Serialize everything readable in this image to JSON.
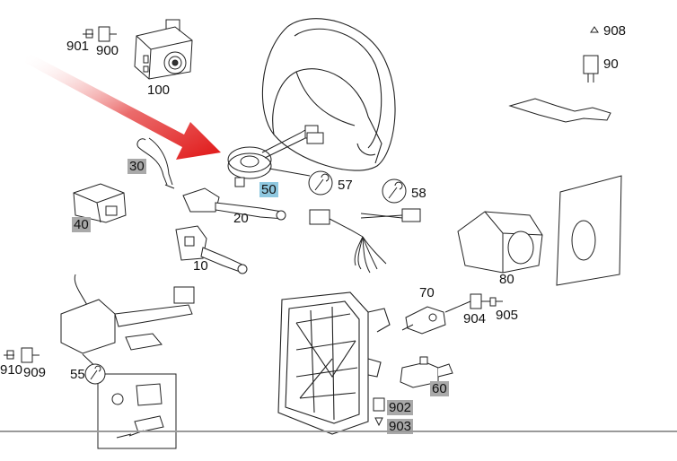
{
  "parts": [
    {
      "id": "p100",
      "number": "100",
      "style": "plain"
    },
    {
      "id": "p901",
      "number": "901",
      "style": "plain"
    },
    {
      "id": "p900",
      "number": "900",
      "style": "plain"
    },
    {
      "id": "p908",
      "number": "908",
      "style": "plain"
    },
    {
      "id": "p90",
      "number": "90",
      "style": "plain"
    },
    {
      "id": "p30",
      "number": "30",
      "style": "grey"
    },
    {
      "id": "p40",
      "number": "40",
      "style": "grey"
    },
    {
      "id": "p20",
      "number": "20",
      "style": "plain"
    },
    {
      "id": "p10",
      "number": "10",
      "style": "plain"
    },
    {
      "id": "p50",
      "number": "50",
      "style": "highlight"
    },
    {
      "id": "p57",
      "number": "57",
      "style": "plain"
    },
    {
      "id": "p58",
      "number": "58",
      "style": "plain"
    },
    {
      "id": "p80",
      "number": "80",
      "style": "plain"
    },
    {
      "id": "p70",
      "number": "70",
      "style": "plain"
    },
    {
      "id": "p904",
      "number": "904",
      "style": "plain"
    },
    {
      "id": "p905",
      "number": "905",
      "style": "plain"
    },
    {
      "id": "p910",
      "number": "910",
      "style": "plain"
    },
    {
      "id": "p909",
      "number": "909",
      "style": "plain"
    },
    {
      "id": "p55",
      "number": "55",
      "style": "plain"
    },
    {
      "id": "p60",
      "number": "60",
      "style": "grey"
    },
    {
      "id": "p902",
      "number": "902",
      "style": "grey"
    },
    {
      "id": "p903",
      "number": "903",
      "style": "grey"
    }
  ],
  "colors": {
    "highlight": "#8fc8e0",
    "grey_label": "#a9a9a9",
    "arrow": "#e02020",
    "line": "#222222"
  },
  "icons": [
    "wrench-icon",
    "red-arrow-pointer"
  ]
}
